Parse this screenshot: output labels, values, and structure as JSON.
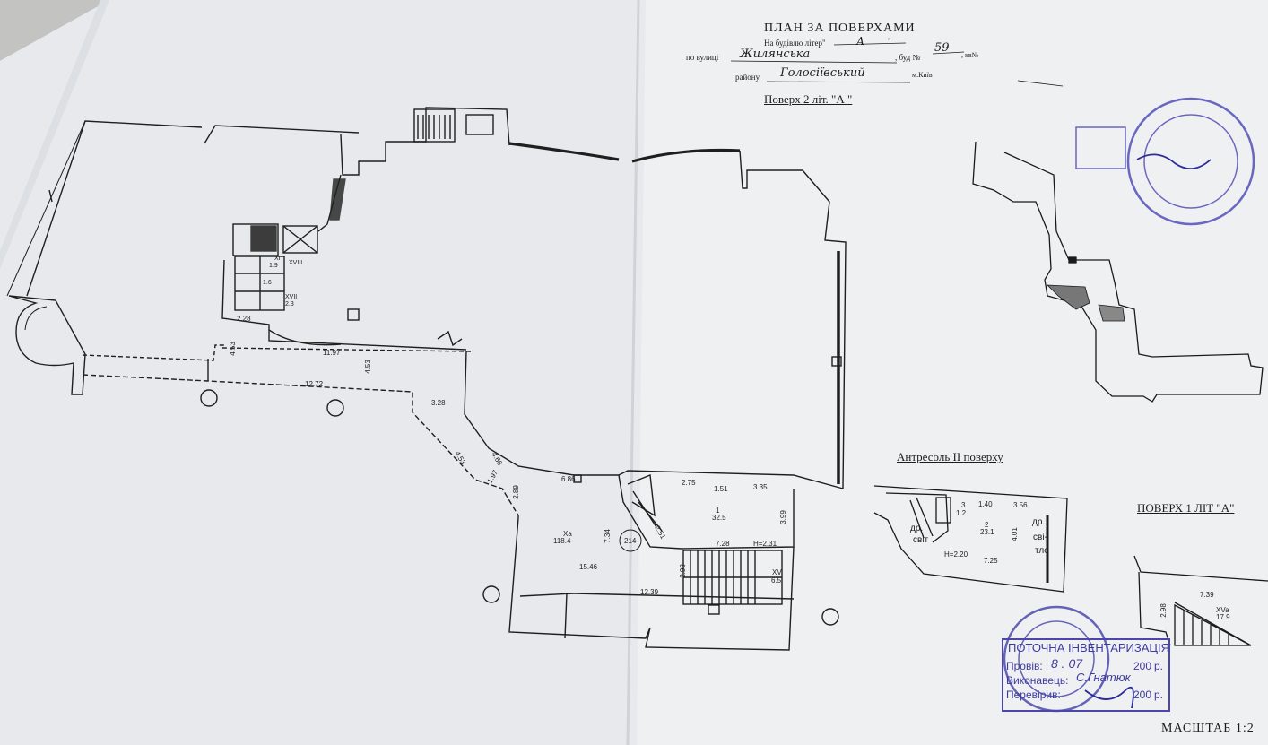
{
  "header": {
    "title": "ПЛАН ЗА ПОВЕРХАМИ",
    "building_prefix": "На будівлю літер\"",
    "building_letter": "А",
    "building_suffix": "\"",
    "street_prefix": "по вулиці",
    "street": "Жилянська",
    "house_prefix": ", буд №",
    "house": "59",
    "flat_prefix": ", кв№",
    "district_prefix": "району",
    "district": "Голосіївський",
    "city": "м.Київ",
    "floor_title": "Поверх 2 літ. \"А \""
  },
  "plan2": {
    "rooms": [
      {
        "id": "XI",
        "area": "1.9"
      },
      {
        "id": "XVIII",
        "area": "1.6"
      },
      {
        "id": "XVII",
        "area": "2.3"
      },
      {
        "id": "1",
        "area": "32.5"
      },
      {
        "id": "Xa",
        "area": "118.4"
      },
      {
        "id": "XV",
        "area": "6.5"
      }
    ],
    "marker": "214",
    "height": "Н=2.31",
    "dimensions": [
      "2.28",
      "4.53",
      "11.97",
      "4.53",
      "12.72",
      "3.28",
      "4.68",
      "4.53",
      "1.97",
      "2.89",
      "6.86",
      "2.75",
      "1.51",
      "3.35",
      "3.99",
      "2.51",
      "7.34",
      "7.28",
      "2.98",
      "15.46",
      "12.39"
    ]
  },
  "mezzanine": {
    "title": "Антресоль II поверху",
    "rooms": [
      {
        "id": "3",
        "area": "1.2"
      },
      {
        "id": "2",
        "area": "23.1"
      }
    ],
    "labels": [
      "др.",
      "світ",
      "др.",
      "сві-",
      "тло"
    ],
    "height": "Н=2.20",
    "dimensions": [
      "1.40",
      "3.56",
      "4.01",
      "7.25"
    ]
  },
  "floor1": {
    "title": "ПОВЕРХ 1 ЛІТ \"А\"",
    "room": {
      "id": "XVa",
      "area": "17.9"
    },
    "dimensions": [
      "7.39",
      "2.98"
    ]
  },
  "stamp": {
    "title": "ПОТОЧНА ІНВЕНТАРИЗАЦІЯ",
    "row1_label": "Провів:",
    "row1_value": "8 . 07",
    "row1_year": "200",
    "row1_suffix": "р.",
    "row2_label": "Виконавець:",
    "row2_value": "С.Гнатюк",
    "row3_label": "Перевірив:",
    "row3_year": "200",
    "row3_suffix": "р."
  },
  "scale": "МАСШТАБ 1:2",
  "colors": {
    "paper": "#f3f4f5",
    "ink": "#1d1d1d",
    "stamp": "#4b46a8"
  }
}
